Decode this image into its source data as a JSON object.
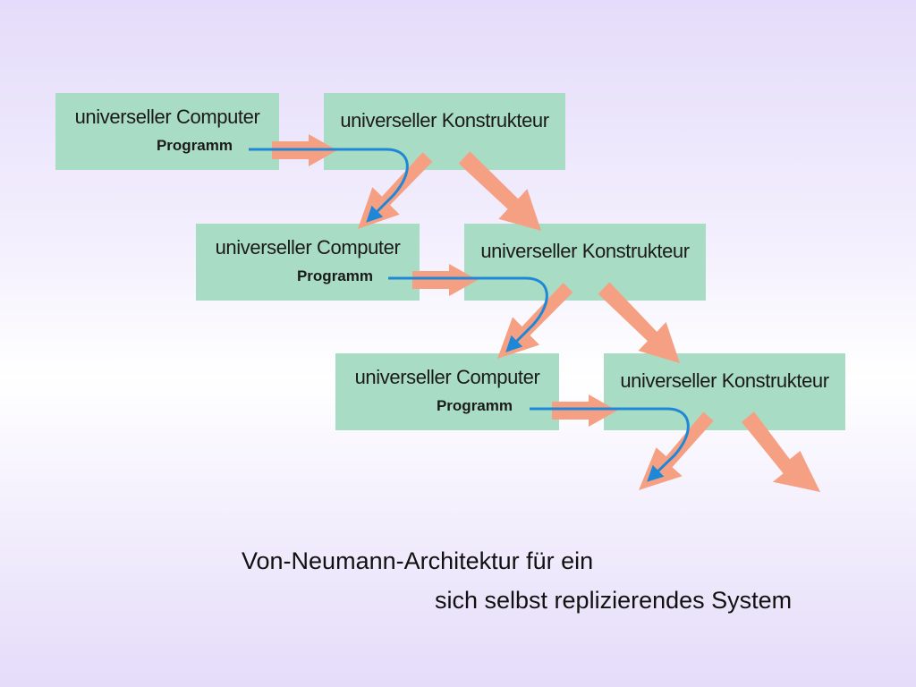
{
  "diagram": {
    "rows": [
      {
        "computer_title": "universeller Computer",
        "program_label": "Programm",
        "constructor_title": "universeller Konstrukteur"
      },
      {
        "computer_title": "universeller Computer",
        "program_label": "Programm",
        "constructor_title": "universeller Konstrukteur"
      },
      {
        "computer_title": "universeller Computer",
        "program_label": "Programm",
        "constructor_title": "universeller Konstrukteur"
      }
    ],
    "caption_line1": "Von-Neumann-Architektur für ein",
    "caption_line2": "sich selbst replizierendes System"
  },
  "colors": {
    "box_fill": "#a9dcc4",
    "arrow_fill": "#f6a083",
    "program_line": "#1f87d8"
  }
}
